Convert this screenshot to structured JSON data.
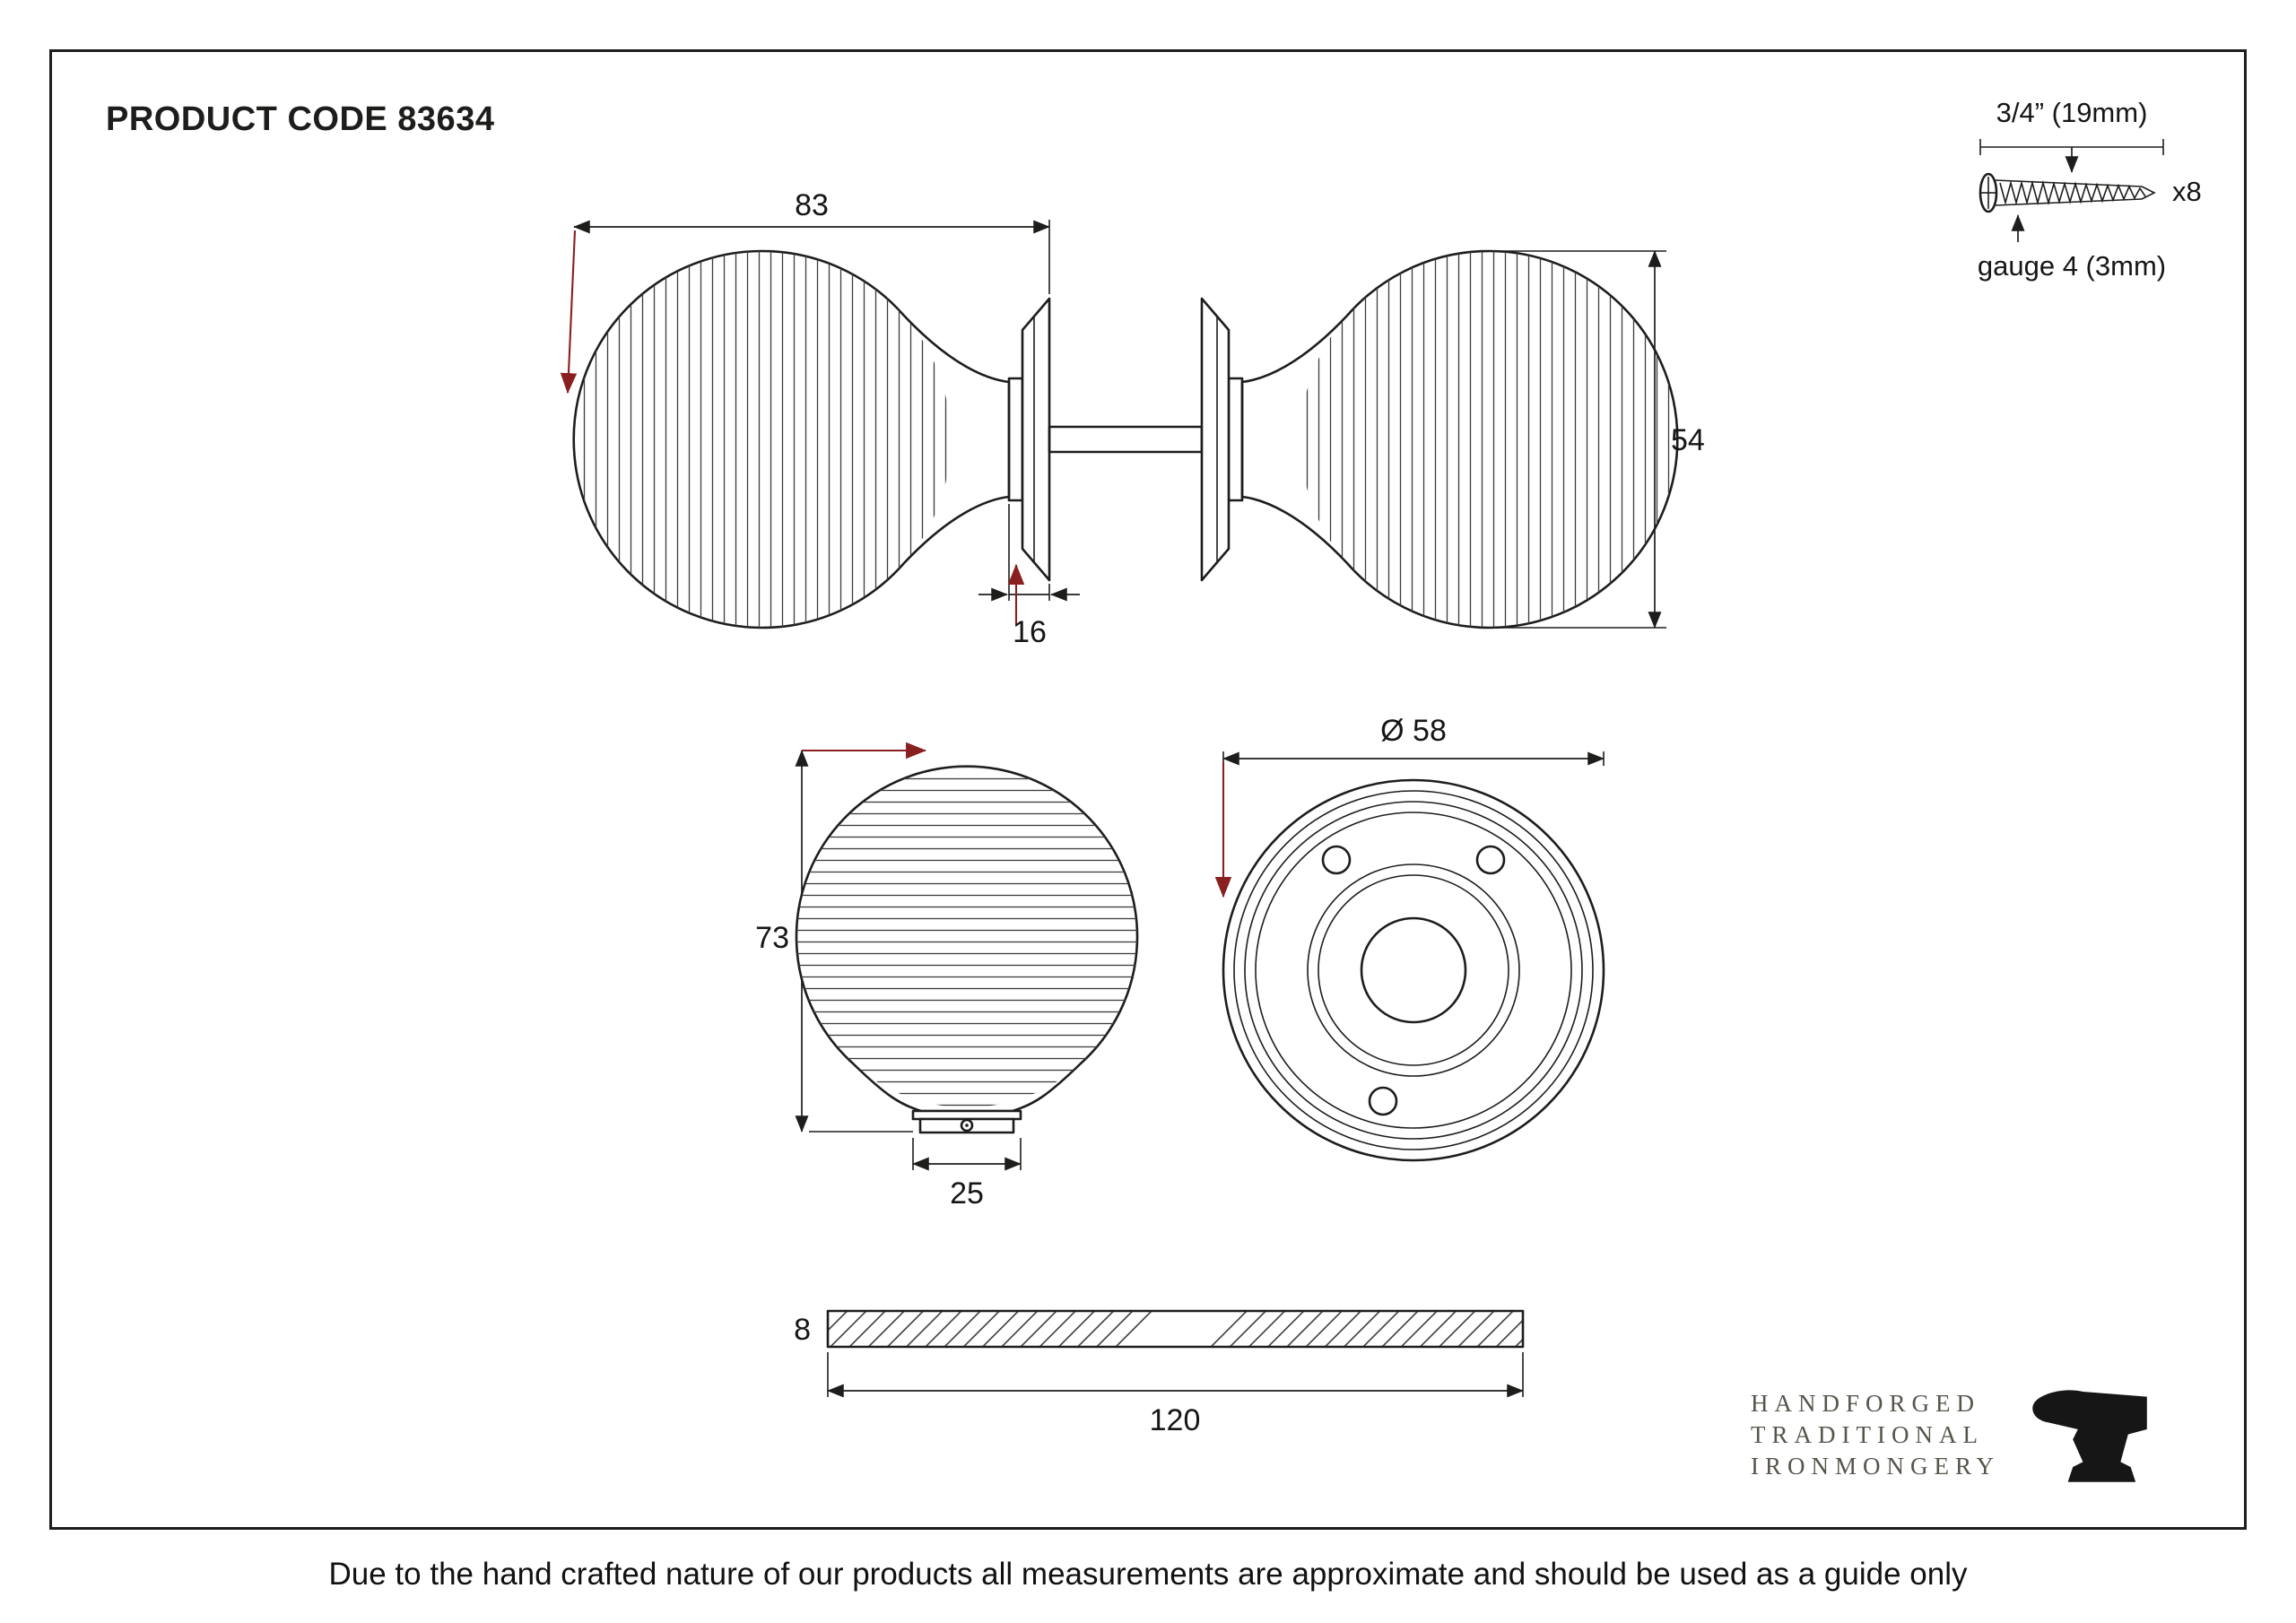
{
  "colors": {
    "line": "#1d1d1b",
    "red": "#8a1f1f",
    "logo_text": "#56544b"
  },
  "header": {
    "product_code": "PRODUCT CODE 83634"
  },
  "views": {
    "pair_side": {
      "width": "83",
      "knob_diameter": "54",
      "rose_depth": "16"
    },
    "screw": {
      "length": "3/4” (19mm)",
      "count": "x8",
      "gauge": "gauge 4 (3mm)"
    },
    "knob_front": {
      "height": "73",
      "base_width": "25"
    },
    "rose_front": {
      "diameter": "Ø 58"
    },
    "spindle": {
      "thickness": "8",
      "length": "120"
    }
  },
  "logo": {
    "line1": "HANDFORGED",
    "line2": "TRADITIONAL",
    "line3": "IRONMONGERY"
  },
  "footer": {
    "disclaimer": "Due to the hand crafted nature of our products all measurements are approximate and should be used as a guide only"
  }
}
